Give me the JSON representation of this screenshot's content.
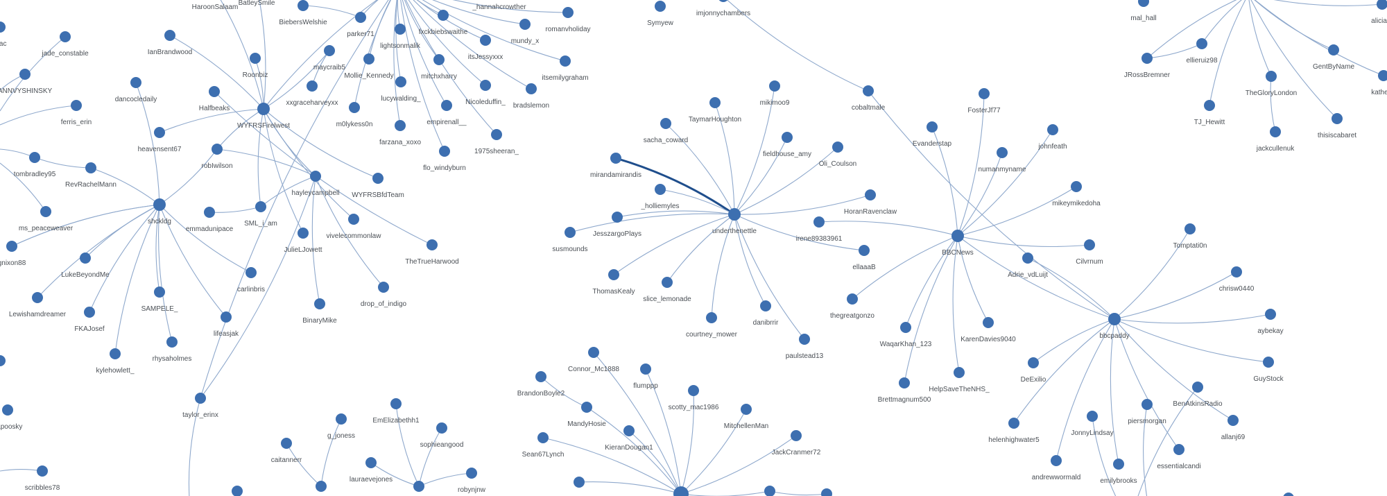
{
  "graph": {
    "node_color": "#3d6fb0",
    "edge_color": "#8ea8cc",
    "strong_edge_color": "#1f4e8c",
    "nodes": [
      "mac",
      "jade_constable",
      "ANNVYSHINSKY",
      "ferris_erin",
      "IanBrandwood",
      "dancocledaily",
      "HaroonSalaam",
      "BatleySmile",
      "BiebersWelshie",
      "Roonbiz",
      "maycraib5",
      "xxgraceharveyxx",
      "Halfbeaks",
      "WYFRSFirelwest",
      "heavensent67",
      "robIwilson",
      "tombradley95",
      "RevRachelMann",
      "hayleycampbell",
      "ms_peaceweaver",
      "shckldg",
      "emmadunipace",
      "SML_i_am",
      "JulieLJowett",
      "gnixon88",
      "parker71",
      "lightsonmalik",
      "fxckbiebswaithe",
      "_hannahcrowther",
      "romanvholiday",
      "mundy_x",
      "Symyew",
      "Mollie_Kennedy",
      "mitchxharry",
      "itsJessyxxx",
      "itsemilygraham",
      "lucywalding_",
      "Nicoleduffin_",
      "bradslemon",
      "m0lykess0n",
      "empirenall__",
      "farzana_xoxo",
      "1975sheeran_",
      "flo_windyburn",
      "sacha_coward",
      "mirandamirandis",
      "WYFRSBfdTeam",
      "_holliemyles",
      "JesszargoPlays",
      "vivelecommonlaw",
      "susmounds",
      "TheTrueHarwood",
      "imjonnychambers",
      "TaymarHoughton",
      "mikimoo9",
      "fieldhouse_amy",
      "Oli_Coulson",
      "cobaltmale",
      "FosterJf77",
      "Evanderstap",
      "numanmyname",
      "HoranRavenclaw",
      "underthenettle",
      "irene89383961",
      "BBCNews",
      "ellaaaB",
      "mal_hall",
      "aliciaro",
      "JRossBremner",
      "ellieruiz98",
      "GentByName",
      "TheGloryLondon",
      "katherin",
      "TJ_Hewitt",
      "jackcullenuk",
      "thisiscabaret",
      "johnfeath",
      "mikeymikedoha",
      "Tomptati0n",
      "Cilvrnum",
      "LukeBeyondMe",
      "Lewishamdreamer",
      "FKAJosef",
      "SAMPELE_",
      "kylehowlett_",
      "rhysaholmes",
      "lifeasjak",
      "carlinbris",
      "BinaryMike",
      "taylor_erinx",
      "papoosky",
      "scribbles78",
      "g_joness",
      "caitannerr",
      "drop_of_indigo",
      "ThomasKealy",
      "slice_lemonade",
      "Connor_Mc1888",
      "BrandonBoyle2",
      "flumppp",
      "MandyHosie",
      "KieranDougan1",
      "Sean67Lynch",
      "EmElizabethh1",
      "sophieangood",
      "lauraevejones",
      "robynjnw",
      "scotty_mac1986",
      "courtney_mower",
      "danibrrir",
      "paulstead13",
      "thegreatgonzo",
      "WaqarKhan_123",
      "KarenDavies9040",
      "Brettmagnum500",
      "HelpSaveTheNHS_",
      "Adrie_vdLuijt",
      "DeExilio",
      "helenhighwater5",
      "MitchellenMan",
      "JackCranmer72",
      "bbcpaddy",
      "chrisw0440",
      "aybekay",
      "GuyStock",
      "BenAtkinsRadio",
      "allanj69",
      "piersmorgan",
      "JonnyLindsay",
      "essentialcandi",
      "andrewwormald",
      "emilybrooks"
    ],
    "links": [
      [
        "WYFRSFirelwest",
        "IanBrandwood"
      ],
      [
        "WYFRSFirelwest",
        "HaroonSalaam"
      ],
      [
        "WYFRSFirelwest",
        "BatleySmile"
      ],
      [
        "WYFRSFirelwest",
        "Roonbiz"
      ],
      [
        "WYFRSFirelwest",
        "maycraib5"
      ],
      [
        "WYFRSFirelwest",
        "heavensent67"
      ],
      [
        "WYFRSFirelwest",
        "robIwilson"
      ],
      [
        "WYFRSFirelwest",
        "SML_i_am"
      ],
      [
        "WYFRSFirelwest",
        "hayleycampbell"
      ],
      [
        "WYFRSFirelwest",
        "WYFRSBfdTeam"
      ],
      [
        "WYFRSFirelwest",
        "JulieLJowett"
      ],
      [
        "WYFRSFirelwest",
        "vivelecommonlaw"
      ],
      [
        "maycraib5",
        "xxgraceharveyxx"
      ],
      [
        "Halfbeaks",
        "TheTrueHarwood"
      ],
      [
        "shckldg",
        "dancocledaily"
      ],
      [
        "shckldg",
        "robIwilson"
      ],
      [
        "shckldg",
        "RevRachelMann"
      ],
      [
        "shckldg",
        "gnixon88"
      ],
      [
        "shckldg",
        "LukeBeyondMe"
      ],
      [
        "shckldg",
        "Lewishamdreamer"
      ],
      [
        "shckldg",
        "FKAJosef"
      ],
      [
        "shckldg",
        "SAMPELE_"
      ],
      [
        "shckldg",
        "kylehowlett_"
      ],
      [
        "shckldg",
        "rhysaholmes"
      ],
      [
        "shckldg",
        "lifeasjak"
      ],
      [
        "shckldg",
        "carlinbris"
      ],
      [
        "tombradley95",
        "RevRachelMann"
      ],
      [
        "emmadunipace",
        "SML_i_am"
      ],
      [
        "hayleycampbell",
        "robIwilson"
      ],
      [
        "hayleycampbell",
        "SML_i_am"
      ],
      [
        "hayleycampbell",
        "BinaryMike"
      ],
      [
        "hayleycampbell",
        "drop_of_indigo"
      ],
      [
        "taylor_erinx",
        "hayleycampbell"
      ],
      [
        "parker71",
        "BiebersWelshie"
      ],
      [
        "underthenettle",
        "mirandamirandis"
      ],
      [
        "underthenettle",
        "sacha_coward"
      ],
      [
        "underthenettle",
        "TaymarHoughton"
      ],
      [
        "underthenettle",
        "mikimoo9"
      ],
      [
        "underthenettle",
        "fieldhouse_amy"
      ],
      [
        "underthenettle",
        "Oli_Coulson"
      ],
      [
        "underthenettle",
        "HoranRavenclaw"
      ],
      [
        "underthenettle",
        "ellaaaB"
      ],
      [
        "underthenettle",
        "_holliemyles"
      ],
      [
        "underthenettle",
        "JesszargoPlays"
      ],
      [
        "underthenettle",
        "susmounds"
      ],
      [
        "underthenettle",
        "ThomasKealy"
      ],
      [
        "underthenettle",
        "slice_lemonade"
      ],
      [
        "underthenettle",
        "courtney_mower"
      ],
      [
        "underthenettle",
        "danibrrir"
      ],
      [
        "underthenettle",
        "paulstead13"
      ],
      [
        "BBCNews",
        "irene89383961"
      ],
      [
        "BBCNews",
        "Evanderstap"
      ],
      [
        "BBCNews",
        "FosterJf77"
      ],
      [
        "BBCNews",
        "numanmyname"
      ],
      [
        "BBCNews",
        "johnfeath"
      ],
      [
        "BBCNews",
        "mikeymikedoha"
      ],
      [
        "BBCNews",
        "Cilvrnum"
      ],
      [
        "BBCNews",
        "thegreatgonzo"
      ],
      [
        "BBCNews",
        "WaqarKhan_123"
      ],
      [
        "BBCNews",
        "Brettmagnum500"
      ],
      [
        "BBCNews",
        "HelpSaveTheNHS_"
      ],
      [
        "BBCNews",
        "KarenDavies9040"
      ],
      [
        "imjonnychambers",
        "cobaltmale"
      ],
      [
        "cobaltmale",
        "bbcpaddy"
      ],
      [
        "bbcpaddy",
        "Adrie_vdLuijt"
      ],
      [
        "bbcpaddy",
        "Tomptati0n"
      ],
      [
        "bbcpaddy",
        "chrisw0440"
      ],
      [
        "bbcpaddy",
        "aybekay"
      ],
      [
        "bbcpaddy",
        "GuyStock"
      ],
      [
        "bbcpaddy",
        "allanj69"
      ],
      [
        "bbcpaddy",
        "DeExilio"
      ],
      [
        "bbcpaddy",
        "helenhighwater5"
      ],
      [
        "bbcpaddy",
        "andrewwormald"
      ],
      [
        "bbcpaddy",
        "emilybrooks"
      ],
      [
        "bbcpaddy",
        "essentialcandi"
      ],
      [
        "BBCNews",
        "bbcpaddy"
      ],
      [
        "JRossBremner",
        "ellieruiz98"
      ],
      [
        "TheGloryLondon",
        "jackcullenuk"
      ],
      [
        "BrandonBoyle2",
        "MandyHosie"
      ]
    ]
  }
}
